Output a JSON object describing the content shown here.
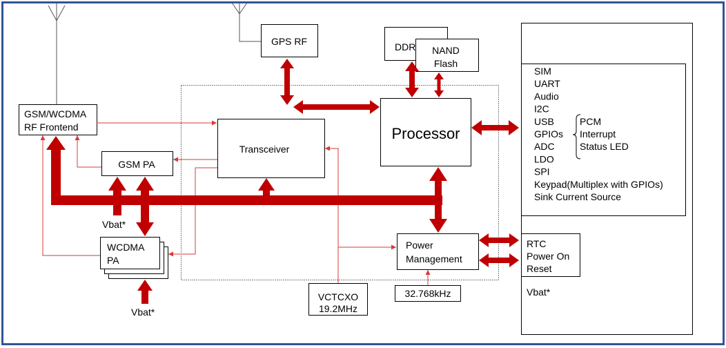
{
  "diagram": {
    "colors": {
      "bus_arrow": "#c00000",
      "signal_line": "#d9383a",
      "frame": "#2f5597",
      "block_border": "#000000"
    },
    "antennas": {
      "gsm_antenna_icon": "antenna-icon",
      "gps_antenna_icon": "antenna-icon"
    },
    "rf_frontend": {
      "line1": "GSM/WCDMA",
      "line2": "RF Frontend"
    },
    "gps_rf": {
      "label": "GPS RF"
    },
    "ddr": {
      "label": "DDR"
    },
    "nand_flash": {
      "line1": "NAND",
      "line2": "Flash"
    },
    "processor": {
      "label": "Processor"
    },
    "transceiver": {
      "label": "Transceiver"
    },
    "gsm_pa": {
      "label": "GSM PA",
      "vbat": "Vbat*"
    },
    "wcdma_pa": {
      "line1": "WCDMA",
      "line2": "PA",
      "vbat": "Vbat*"
    },
    "power_management": {
      "line1": "Power",
      "line2": "Management"
    },
    "crystal_32k": {
      "label": "32.768kHz"
    },
    "vctcxo": {
      "line1": "VCTCXO",
      "line2": "19.2MHz"
    },
    "peripherals": {
      "interfaces": [
        "SIM",
        "UART",
        "Audio",
        "I2C",
        "USB",
        "GPIOs",
        "ADC",
        "LDO",
        "SPI",
        "Keypad(Multiplex with GPIOs)",
        "Sink Current Source"
      ],
      "gpio_functions": [
        "PCM",
        "Interrupt",
        "Status LED"
      ]
    },
    "power_control": {
      "lines": [
        "RTC",
        "Power On",
        "Reset"
      ]
    },
    "system_vbat": "Vbat*"
  }
}
